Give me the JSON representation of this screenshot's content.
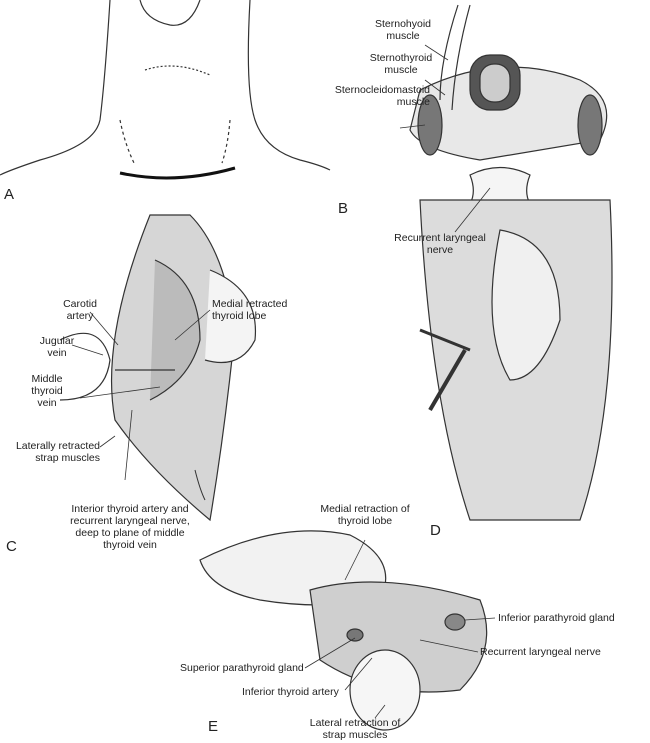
{
  "panels": {
    "a": {
      "letter": "A"
    },
    "b": {
      "letter": "B",
      "labels": [
        "Sternohyoid muscle",
        "Sternothyroid muscle",
        "Sternocleidomastoid muscle",
        "Recurrent laryngeal nerve"
      ]
    },
    "c": {
      "letter": "C",
      "labels": [
        "Carotid artery",
        "Jugular vein",
        "Middle thyroid vein",
        "Laterally retracted strap muscles",
        "Medial retracted thyroid lobe",
        "Interior thyroid artery and recurrent laryngeal nerve, deep to plane of middle thyroid vein"
      ]
    },
    "d": {
      "letter": "D"
    },
    "e": {
      "letter": "E",
      "labels": [
        "Medial retraction of thyroid lobe",
        "Inferior parathyroid gland",
        "Recurrent laryngeal nerve",
        "Superior parathyroid gland",
        "Inferior thyroid artery",
        "Lateral retraction of strap muscles"
      ]
    }
  },
  "colors": {
    "ink": "#222222",
    "shade": "#9a9a9a"
  }
}
